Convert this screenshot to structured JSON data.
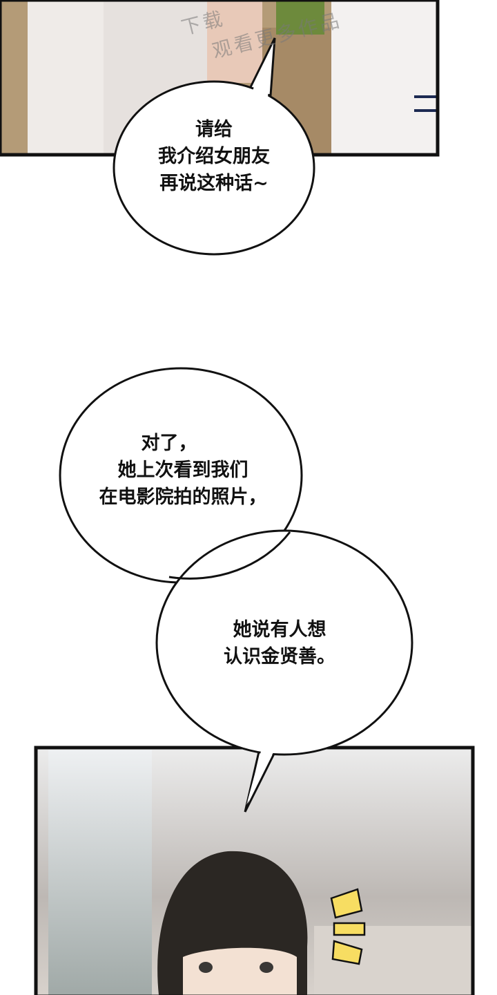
{
  "watermark": {
    "line1": "下载",
    "line2": "观看更多作品"
  },
  "bubbles": [
    {
      "lines": [
        "请给",
        "我介绍女朋友",
        "再说这种话~"
      ]
    },
    {
      "lines": [
        "对了，",
        "她上次看到我们",
        "在电影院拍的照片，"
      ]
    },
    {
      "lines": [
        "她说有人想",
        "认识金贤善。"
      ]
    }
  ],
  "colors": {
    "panel_border": "#111111",
    "hair": "#2b2723",
    "skin": "#f3e1d3",
    "emphasis_marks": "#f7dd62",
    "room_wall": "#cfcac5"
  }
}
